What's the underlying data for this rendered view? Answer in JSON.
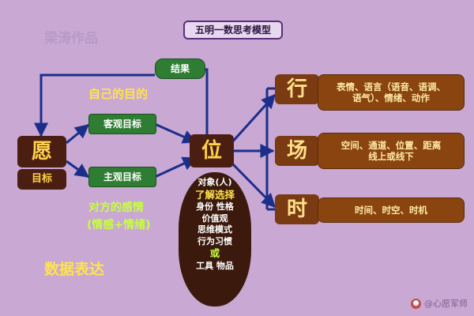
{
  "title": "五明一数思考模型",
  "watermark": "梁涛作品",
  "badge": {
    "text": "@心愿军师",
    "icon": "avatar-icon"
  },
  "nodes": {
    "result": "结果",
    "wish": "愿",
    "goal": "目标",
    "objective_goal": "客观目标",
    "subjective_goal": "主观目标",
    "position": "位",
    "xing": "行",
    "chang": "场",
    "shi": "时"
  },
  "labels": {
    "own_purpose": "自己的目的",
    "other_feeling_line1": "对方的感情",
    "other_feeling_line2": "(情感+情绪)",
    "data_expression": "数据表达"
  },
  "center_list": {
    "l1": "对象(人)",
    "l2": "了解选择",
    "l3": "身份 性格",
    "l4": "价值观",
    "l5": "思维模式",
    "l6": "行为习惯",
    "l7": "或",
    "l8": "工具 物品"
  },
  "panels": {
    "xing_line1": "表情、语言（语音、语调、",
    "xing_line2": "语气）、情绪、动作",
    "chang_line1": "空间、通道、位置、距离",
    "chang_line2": "线上或线下",
    "shi_line1": "时间、时空、时机"
  },
  "colors": {
    "background": "#c9a8d4",
    "green": "#2e7d32",
    "brown": "#4a1f12",
    "panel": "#8a4410",
    "accent_yellow": "#ffe34d",
    "accent_lime": "#c6ff3d",
    "accent_pink": "#ff7bd5",
    "arrow": "#1b2f8a"
  }
}
